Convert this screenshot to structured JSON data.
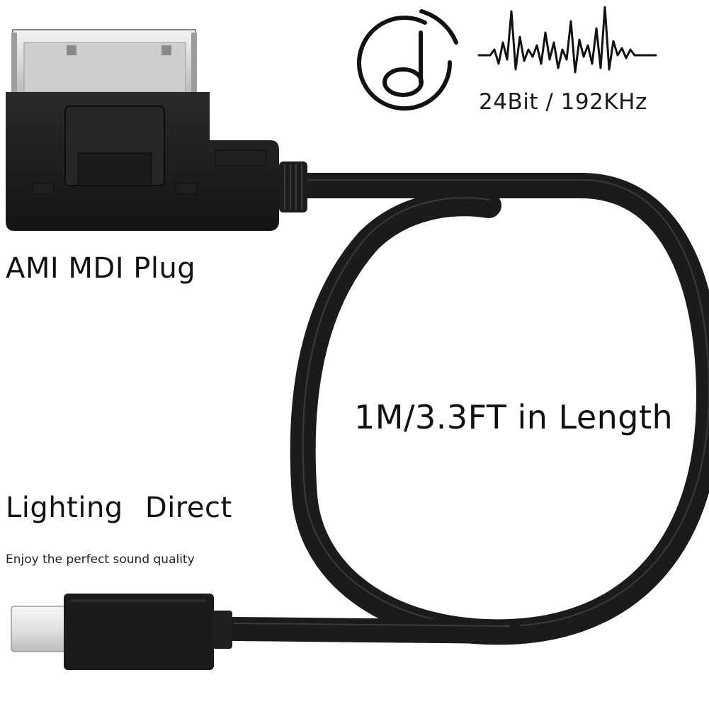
{
  "labels": {
    "plug": "AMI MDI Plug",
    "length": "1M/3.3FT in Length",
    "direct": "Lighting   Direct",
    "tagline": "Enjoy the perfect sound quality",
    "spec": "24Bit / 192KHz"
  },
  "icons": {
    "music_note": "music-note-icon",
    "waveform": "audio-waveform-icon"
  },
  "colors": {
    "background": "#ffffff",
    "cable": "#1b1b1b",
    "connector_metal": "#d9d9d9",
    "text": "#111111"
  }
}
